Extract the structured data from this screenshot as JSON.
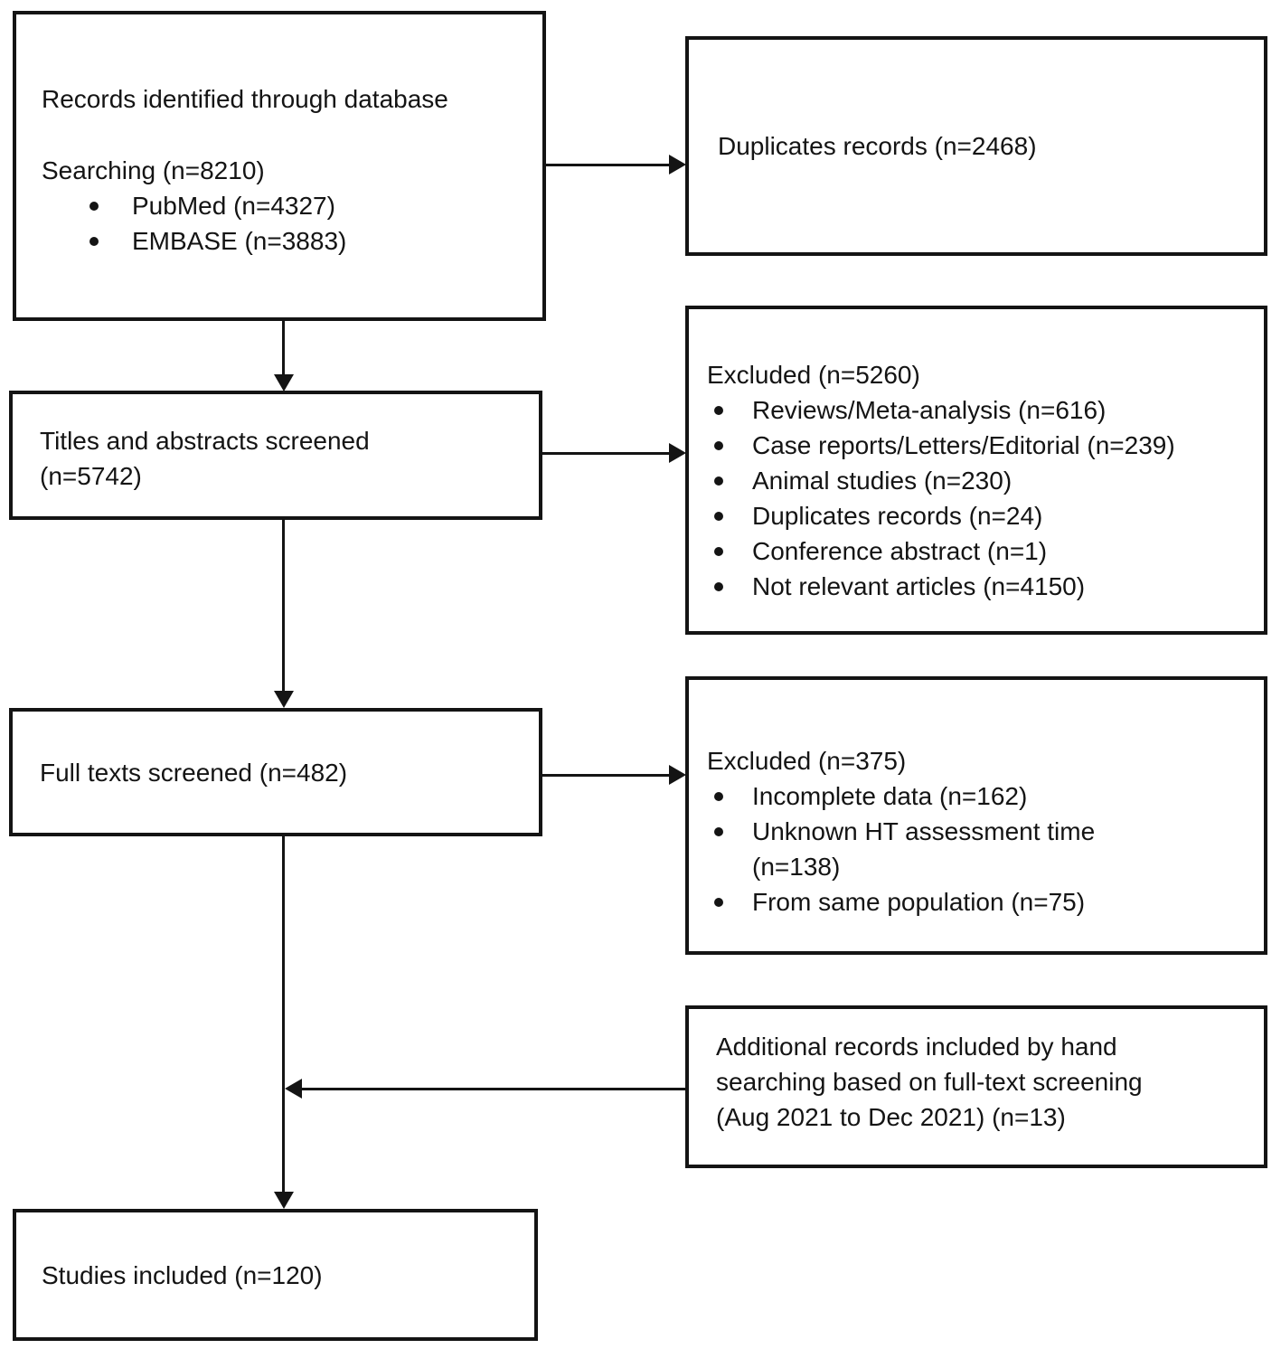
{
  "boxes": {
    "identified": {
      "line1": "Records identified through database",
      "line2": "Searching (n=8210)",
      "bullets": [
        "PubMed (n=4327)",
        "EMBASE (n=3883)"
      ]
    },
    "duplicates": {
      "text": "Duplicates records (n=2468)"
    },
    "screened": {
      "line1": "Titles and abstracts screened",
      "line2": "(n=5742)"
    },
    "excluded_screening": {
      "heading": "Excluded (n=5260)",
      "bullets": [
        "Reviews/Meta-analysis (n=616)",
        "Case reports/Letters/Editorial (n=239)",
        "Animal studies (n=230)",
        "Duplicates records (n=24)",
        "Conference abstract (n=1)",
        "Not relevant articles (n=4150)"
      ]
    },
    "fulltext": {
      "text": "Full texts screened (n=482)"
    },
    "excluded_fulltext": {
      "heading": "Excluded (n=375)",
      "bullets": [
        "Incomplete data (n=162)",
        "Unknown HT assessment time\n(n=138)",
        "From same population (n=75)"
      ]
    },
    "additional": {
      "text": "Additional records included by hand\nsearching based on full-text screening\n(Aug 2021 to Dec 2021) (n=13)"
    },
    "included": {
      "text": "Studies included (n=120)"
    }
  },
  "colors": {
    "ink": "#141414",
    "background": "#ffffff"
  }
}
